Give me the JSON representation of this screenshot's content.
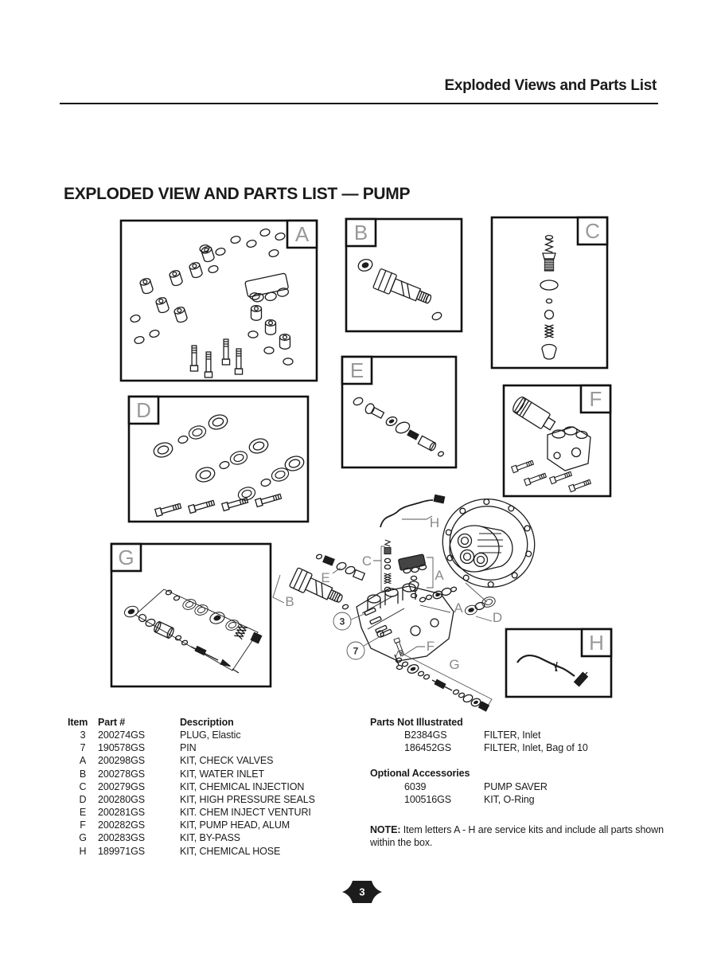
{
  "header": {
    "title": "Exploded Views and Parts List"
  },
  "section": {
    "title": "EXPLODED VIEW AND PARTS LIST — PUMP"
  },
  "diagram": {
    "boxes": [
      {
        "label": "A"
      },
      {
        "label": "B"
      },
      {
        "label": "C"
      },
      {
        "label": "D"
      },
      {
        "label": "E"
      },
      {
        "label": "F"
      },
      {
        "label": "G"
      },
      {
        "label": "H"
      }
    ],
    "callouts": {
      "h": "H",
      "c": "C",
      "e": "E",
      "a_upper": "A",
      "b": "B",
      "a_right": "A",
      "d": "D",
      "f": "F",
      "g": "G",
      "item3": "3",
      "item7": "7"
    }
  },
  "parts_table": {
    "headers": {
      "item": "Item",
      "part": "Part #",
      "desc": "Description"
    },
    "rows": [
      {
        "item": "3",
        "part": "200274GS",
        "desc": "PLUG, Elastic"
      },
      {
        "item": "7",
        "part": "190578GS",
        "desc": "PIN"
      },
      {
        "item": "A",
        "part": "200298GS",
        "desc": "KIT, CHECK VALVES"
      },
      {
        "item": "B",
        "part": "200278GS",
        "desc": "KIT, WATER INLET"
      },
      {
        "item": "C",
        "part": "200279GS",
        "desc": "KIT, CHEMICAL INJECTION"
      },
      {
        "item": "D",
        "part": "200280GS",
        "desc": "KIT, HIGH PRESSURE SEALS"
      },
      {
        "item": "E",
        "part": "200281GS",
        "desc": "KIT. CHEM INJECT VENTURI"
      },
      {
        "item": "F",
        "part": "200282GS",
        "desc": "KIT, PUMP HEAD, ALUM"
      },
      {
        "item": "G",
        "part": "200283GS",
        "desc": "KIT, BY-PASS"
      },
      {
        "item": "H",
        "part": "189971GS",
        "desc": "KIT, CHEMICAL HOSE"
      }
    ]
  },
  "not_illustrated": {
    "title": "Parts Not Illustrated",
    "rows": [
      {
        "part": "B2384GS",
        "desc": "FILTER, Inlet"
      },
      {
        "part": "186452GS",
        "desc": "FILTER, Inlet, Bag of 10"
      }
    ]
  },
  "optional_accessories": {
    "title": "Optional Accessories",
    "rows": [
      {
        "part": "6039",
        "desc": "PUMP SAVER"
      },
      {
        "part": "100516GS",
        "desc": "KIT, O-Ring"
      }
    ]
  },
  "note": {
    "label": "NOTE:",
    "text": " Item letters A - H are service kits and include all parts shown within the box."
  },
  "footer": {
    "page_number": "3"
  }
}
